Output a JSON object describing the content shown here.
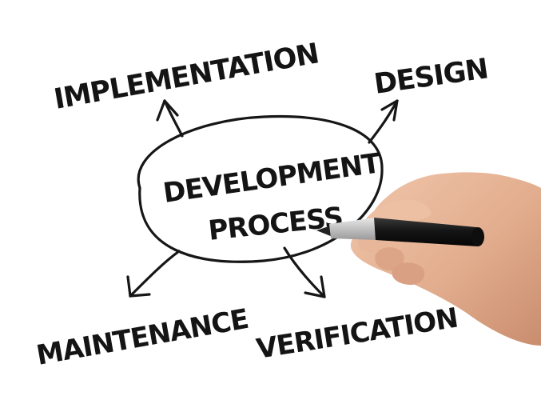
{
  "center": {
    "line1": "DEVELOPMENT",
    "line2": "PROCESS"
  },
  "branches": {
    "implementation": "IMPLEMENTATION",
    "design": "DESIGN",
    "maintenance": "MAINTENANCE",
    "verification": "VERIFICATION"
  },
  "colors": {
    "background": "#ffffff",
    "ink": "#141414",
    "skin": "#e7b79a",
    "marker_body": "#1b1b1b",
    "marker_band": "#c9c9c9"
  }
}
